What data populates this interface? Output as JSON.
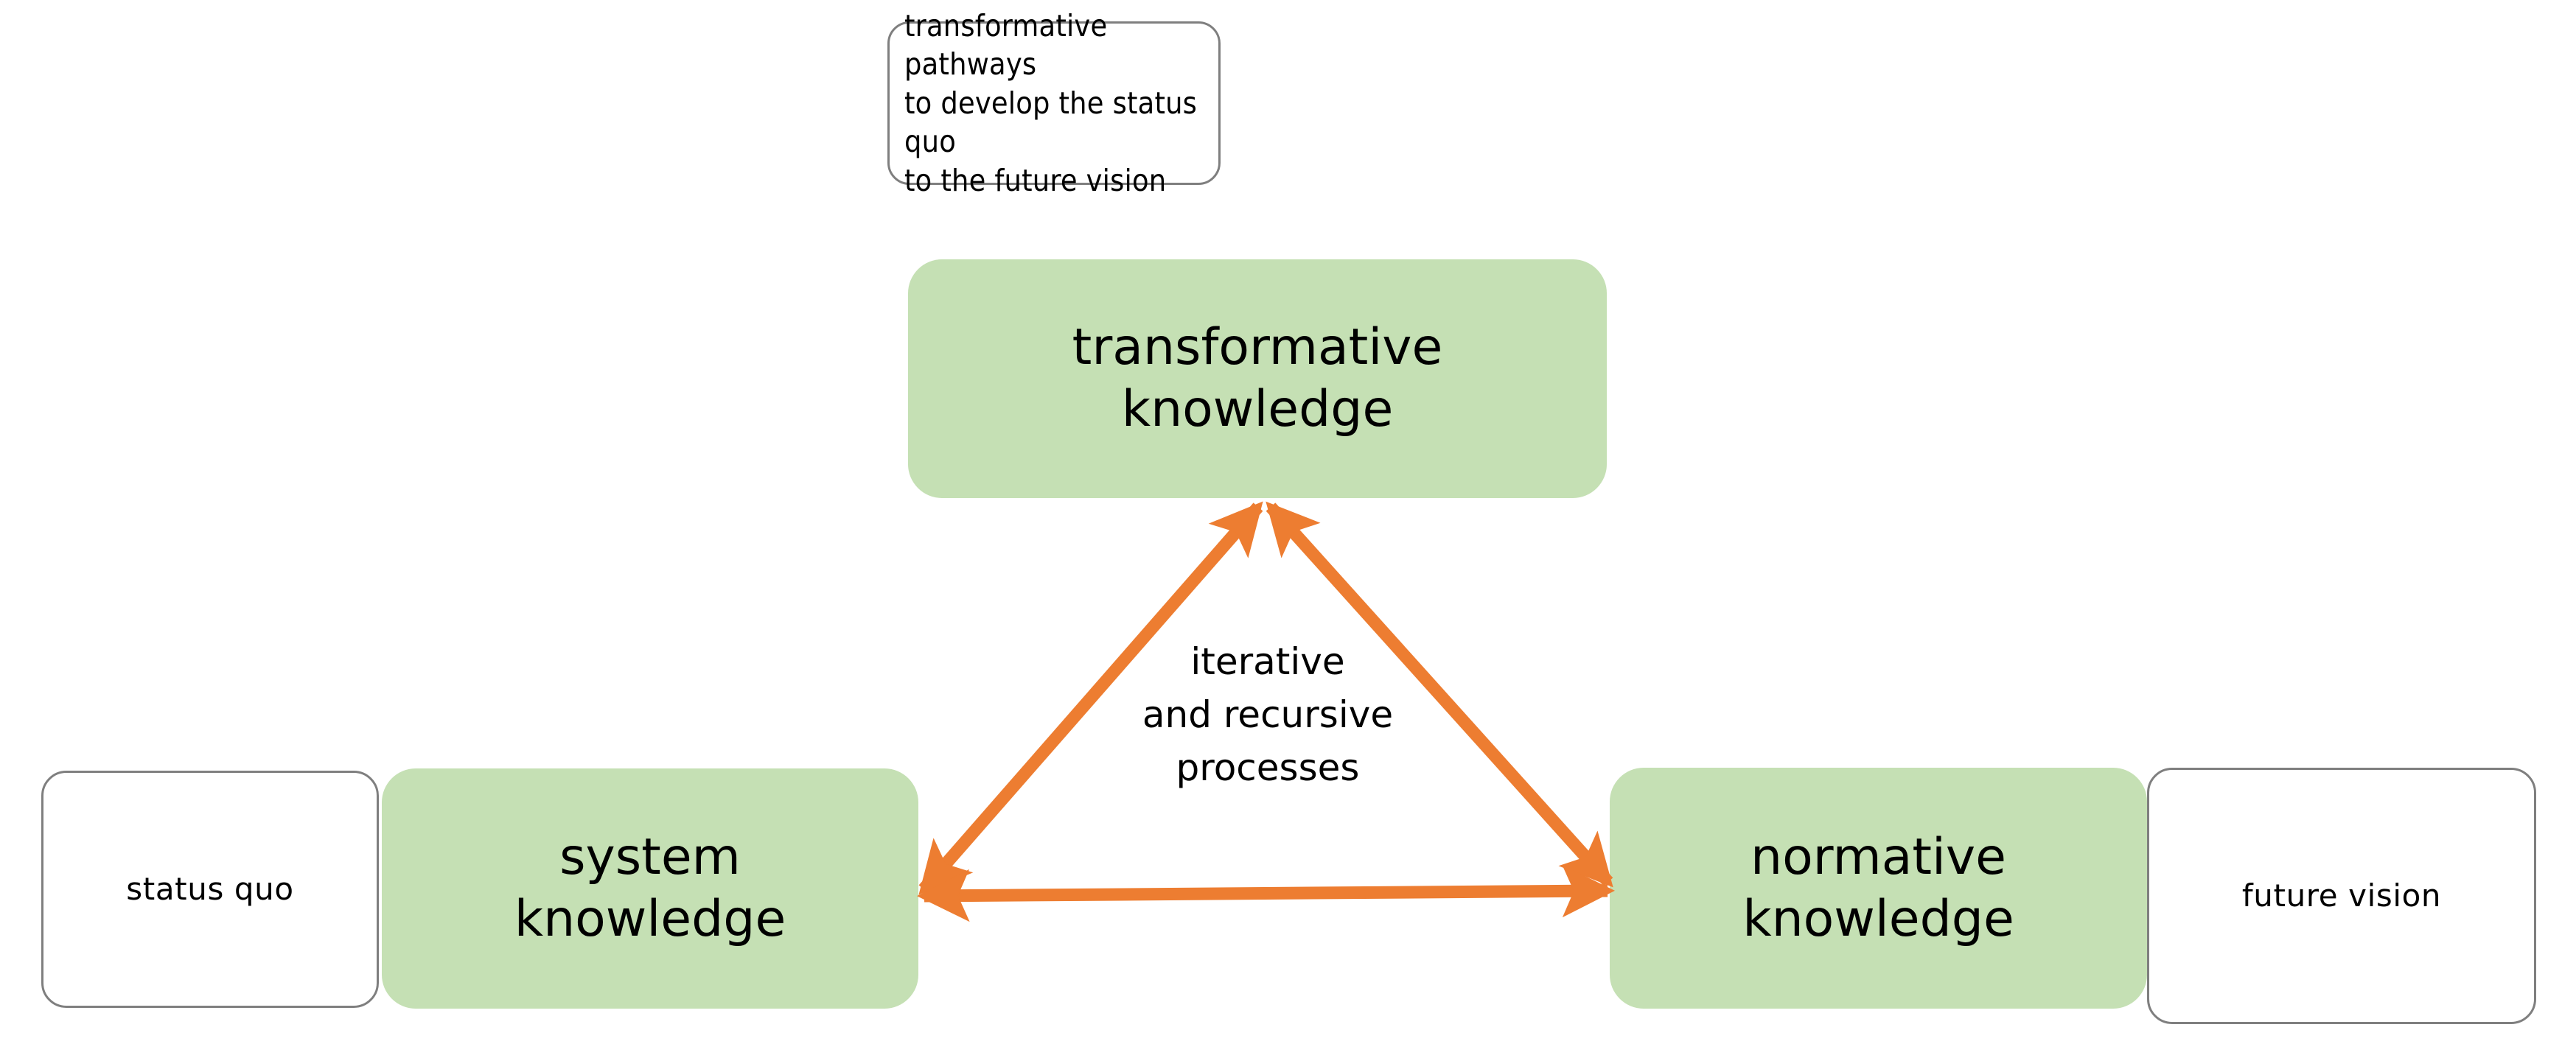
{
  "diagram": {
    "title": "transformative knowledge cycle",
    "colors": {
      "node_fill": "#C5E0B4",
      "arrow": "#ED7D31",
      "outline": "#7F7F7F",
      "text": "#000000",
      "background": "#FFFFFF"
    },
    "callout": {
      "text": "transformative pathways\nto develop the status quo\nto the future vision"
    },
    "nodes": {
      "top": {
        "label": "transformative\nknowledge"
      },
      "bottom_left": {
        "label": "system\nknowledge"
      },
      "bottom_right": {
        "label": "normative\nknowledge"
      }
    },
    "annotations": {
      "left": "status quo",
      "right": "future vision",
      "center": "iterative\nand recursive\nprocesses"
    },
    "arrows": [
      {
        "from": "system knowledge",
        "to": "transformative knowledge",
        "style": "double-headed"
      },
      {
        "from": "transformative knowledge",
        "to": "normative knowledge",
        "style": "double-headed"
      },
      {
        "from": "system knowledge",
        "to": "normative knowledge",
        "style": "double-headed"
      }
    ]
  }
}
